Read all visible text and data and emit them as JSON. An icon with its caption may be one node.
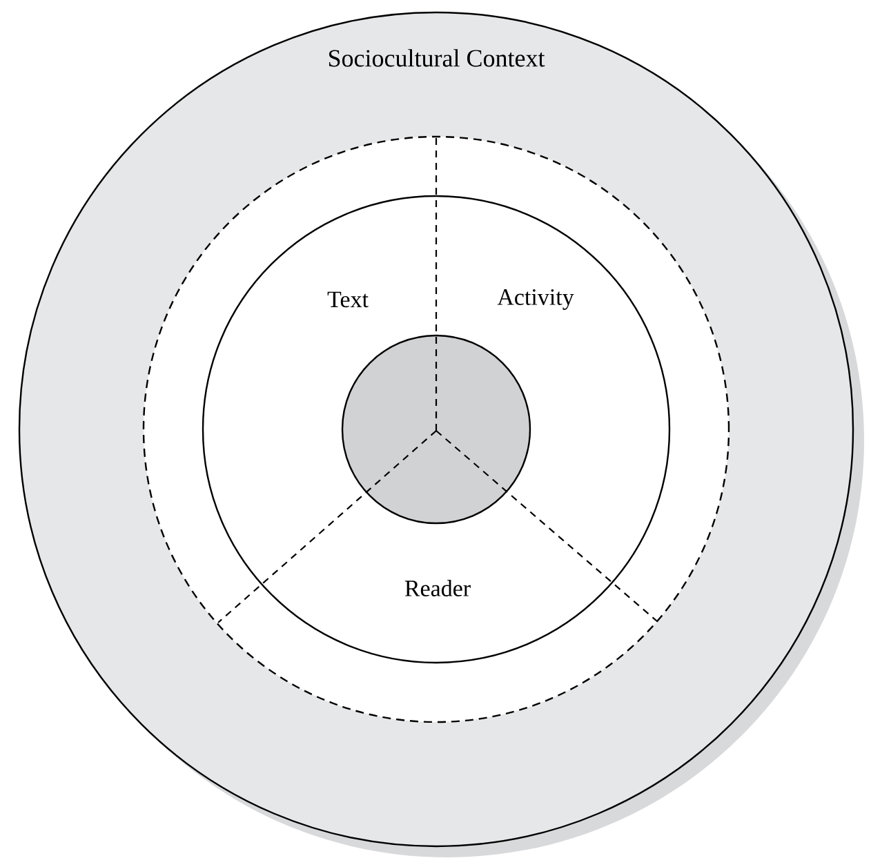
{
  "diagram": {
    "nodes": [
      {
        "text": [
          "Sociocultural Context"
        ]
      },
      {
        "text": [],
        "shape": "circle",
        "in": 0
      },
      {
        "text": [
          "Text",
          "Activity",
          "Reader"
        ],
        "in": 1
      },
      {
        "text": [],
        "shape": "circle",
        "in": 2
      }
    ]
  }
}
